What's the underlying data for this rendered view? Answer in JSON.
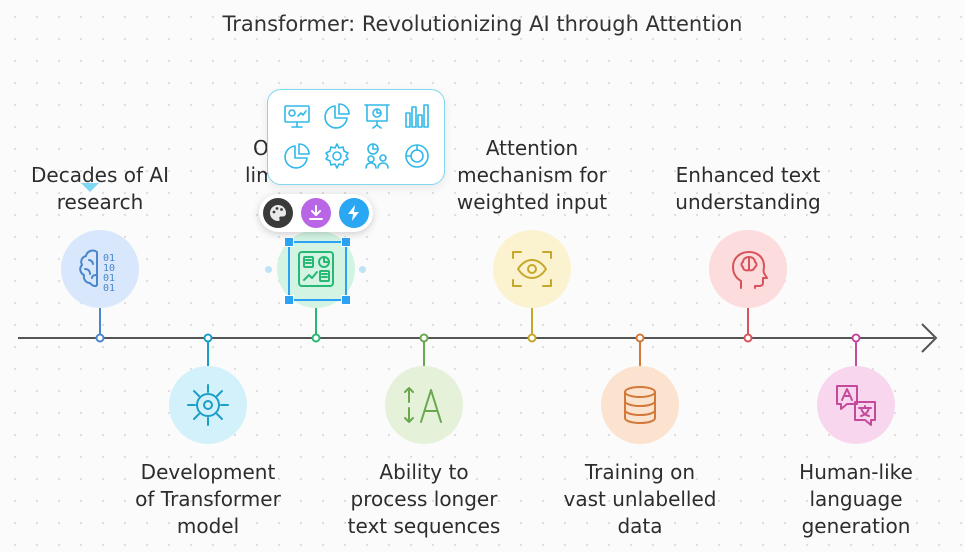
{
  "title": "Transformer: Revolutionizing AI through Attention",
  "timeline": {
    "events": [
      {
        "label_lines": [
          "Decades of AI",
          "research"
        ],
        "icon": "brain-binary-icon",
        "color": "#4a86c9",
        "fill": "#d8e7fb",
        "position": "above"
      },
      {
        "label_lines": [
          "Development",
          "of Transformer",
          "model"
        ],
        "icon": "gear-sun-icon",
        "color": "#1b9fc6",
        "fill": "#d3f1fb",
        "position": "below"
      },
      {
        "label_lines": [
          "O",
          "lim",
          "",
          ""
        ],
        "icon": "dashboard-icon",
        "color": "#27b874",
        "fill": "#d3f4e3",
        "position": "above",
        "selected": true
      },
      {
        "label_lines": [
          "Ability to",
          "process longer",
          "text sequences"
        ],
        "icon": "text-resize-icon",
        "color": "#6aa84f",
        "fill": "#e5f1d8",
        "position": "below"
      },
      {
        "label_lines": [
          "Attention",
          "mechanism for",
          "weighted input"
        ],
        "icon": "eye-focus-icon",
        "color": "#c7a72a",
        "fill": "#fbf3cf",
        "position": "above"
      },
      {
        "label_lines": [
          "Training on",
          "vast unlabelled",
          "data"
        ],
        "icon": "database-icon",
        "color": "#d2793a",
        "fill": "#fce3d0",
        "position": "below"
      },
      {
        "label_lines": [
          "Enhanced text",
          "understanding"
        ],
        "icon": "head-brain-icon",
        "color": "#d9545a",
        "fill": "#fcdcdc",
        "position": "above"
      },
      {
        "label_lines": [
          "Human-like",
          "language",
          "generation"
        ],
        "icon": "translate-icon",
        "color": "#c44a9c",
        "fill": "#f8d7ee",
        "position": "below"
      }
    ]
  },
  "popup": {
    "icons": [
      "presentation-chart-icon",
      "pie-chart-icon",
      "slideshow-icon",
      "bar-chart-icon",
      "donut-chart-icon",
      "gear-icon",
      "people-chart-icon",
      "gauge-icon"
    ],
    "accent": "#33b8e8"
  },
  "toolbar": {
    "buttons": [
      {
        "icon": "palette-icon",
        "bg": "#3a3a3a"
      },
      {
        "icon": "download-icon",
        "bg": "#b866e6"
      },
      {
        "icon": "lightning-icon",
        "bg": "#2aa7f2"
      }
    ]
  },
  "colors": {
    "axis": "#555555",
    "selection": "#2ba3f5"
  }
}
